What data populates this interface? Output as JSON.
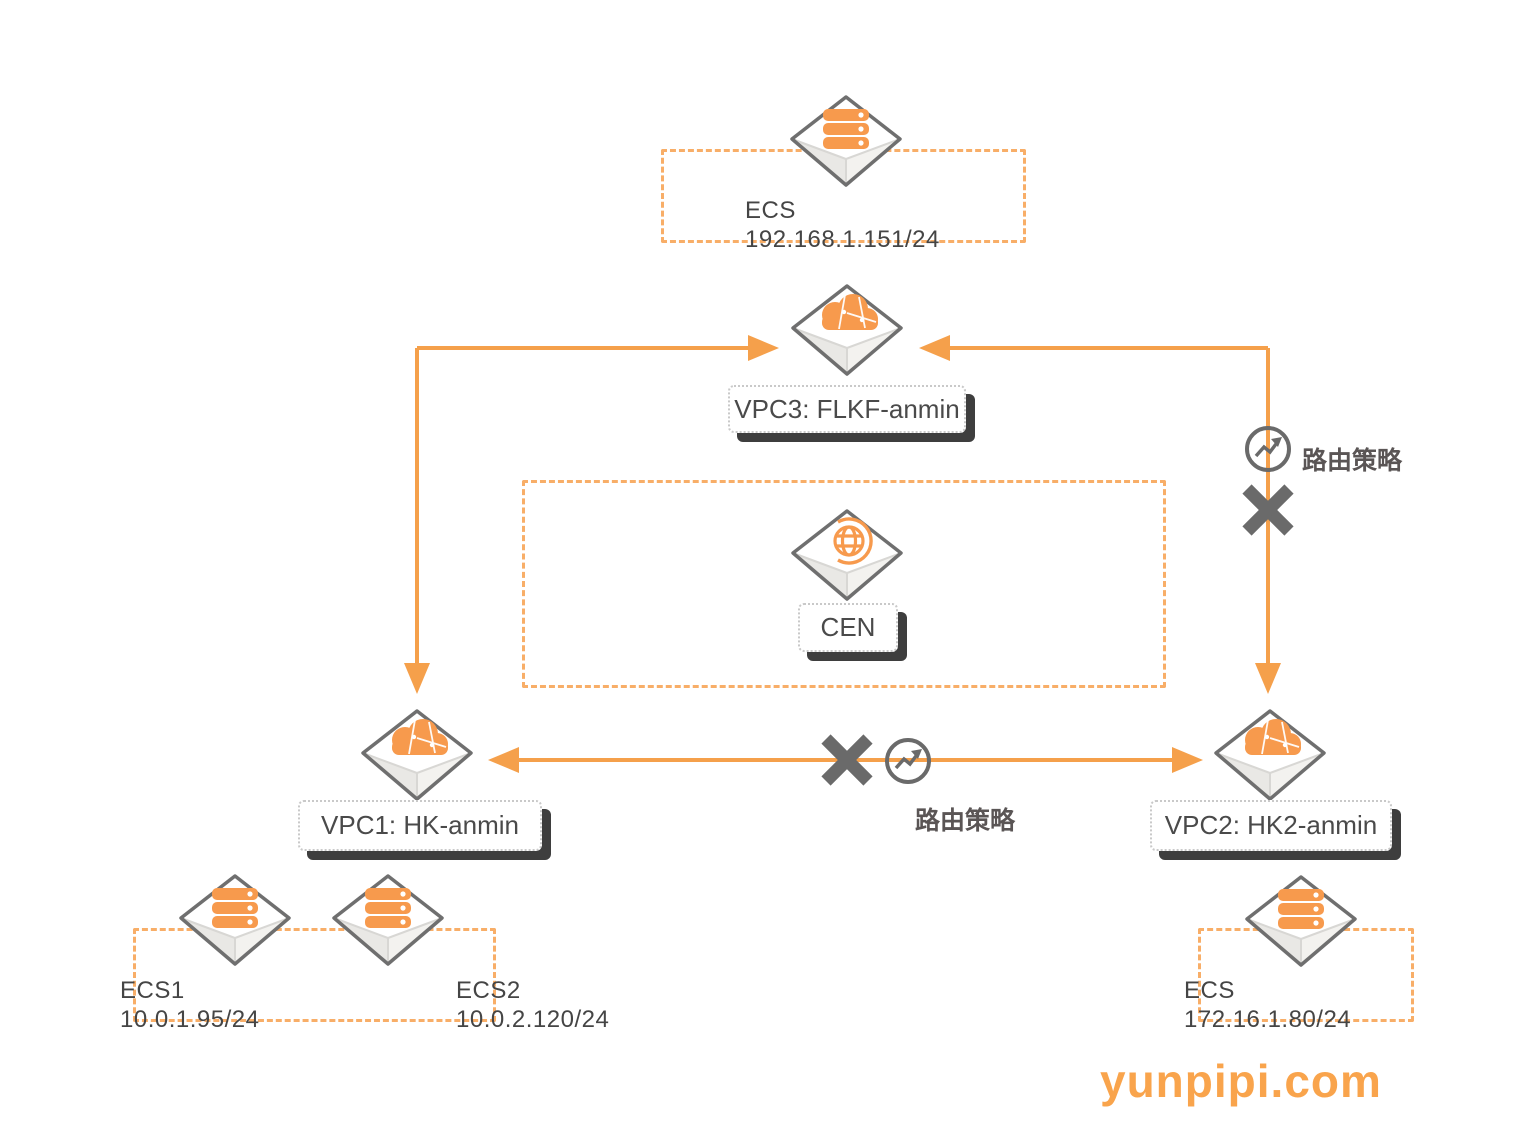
{
  "diagram": {
    "watermark": "yunpipi.com",
    "colors": {
      "connector_orange": "#F5A04B",
      "dashed_border_orange": "#F8AE68",
      "icon_orange": "#F79A4D",
      "blocked_x_gray": "#6a6a6a",
      "label_text_gray": "#4a4a4a",
      "watermark_orange": "#F9A44C"
    },
    "nodes": {
      "ecs_top": {
        "name": "ECS",
        "ip": "192.168.1.151/24",
        "icon": "ecs-server-icon"
      },
      "vpc3": {
        "label": "VPC3: FLKF-anmin",
        "icon": "vpc-cloud-icon"
      },
      "cen": {
        "label": "CEN",
        "icon": "cen-globe-icon"
      },
      "vpc1": {
        "label": "VPC1: HK-anmin",
        "icon": "vpc-cloud-icon"
      },
      "vpc2": {
        "label": "VPC2: HK2-anmin",
        "icon": "vpc-cloud-icon"
      },
      "ecs1": {
        "name": "ECS1",
        "ip": "10.0.1.95/24",
        "icon": "ecs-server-icon"
      },
      "ecs2": {
        "name": "ECS2",
        "ip": "10.0.2.120/24",
        "icon": "ecs-server-icon"
      },
      "ecs_right": {
        "name": "ECS",
        "ip": "172.16.1.80/24",
        "icon": "ecs-server-icon"
      }
    },
    "annotations": {
      "route_policy_vertical": "路由策略",
      "route_policy_horizontal": "路由策略"
    }
  }
}
